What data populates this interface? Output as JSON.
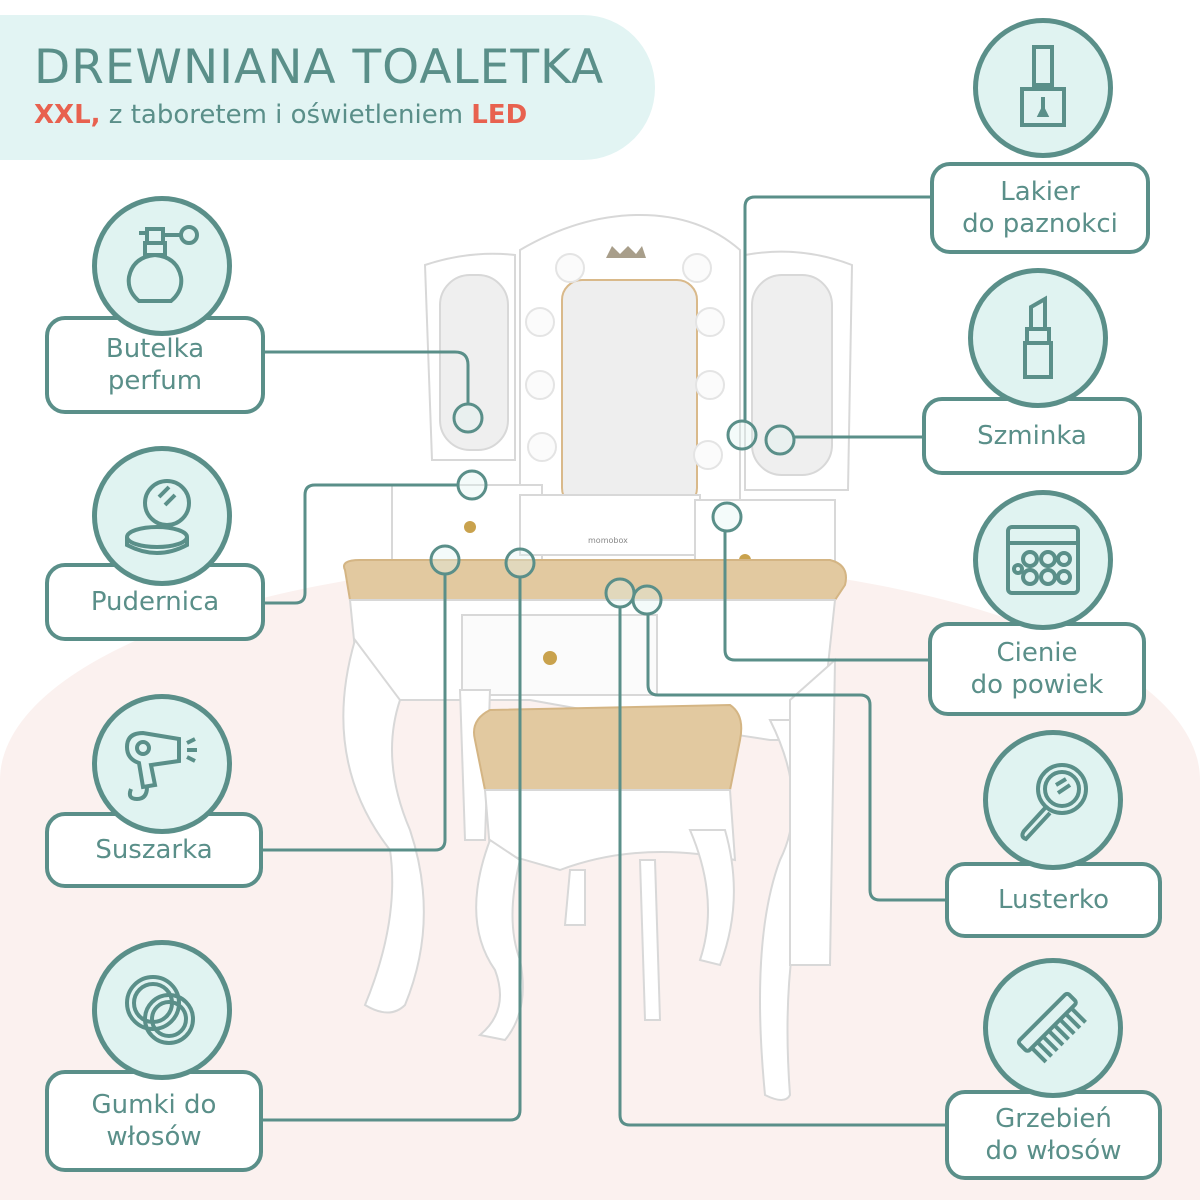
{
  "header": {
    "title": "DREWNIANA TOALETKA",
    "subtitle_highlight_1": "XXL,",
    "subtitle_text": " z taboretem i oświetleniem ",
    "subtitle_highlight_2": "LED"
  },
  "colors": {
    "teal": "#5a8f89",
    "light_teal": "#e0f3f1",
    "accent_red": "#e8614f",
    "pink_bg": "#fbf1ef",
    "wood": "#e2c9a0"
  },
  "brand_on_product": "momobox",
  "features_left": [
    {
      "label": "Butelka\nperfum",
      "icon": "perfume-bottle-icon"
    },
    {
      "label": "Pudernica",
      "icon": "powder-compact-icon"
    },
    {
      "label": "Suszarka",
      "icon": "hair-dryer-icon"
    },
    {
      "label": "Gumki do\nwłosów",
      "icon": "hair-ties-icon"
    }
  ],
  "features_right": [
    {
      "label": "Lakier\ndo paznokci",
      "icon": "nail-polish-icon"
    },
    {
      "label": "Szminka",
      "icon": "lipstick-icon"
    },
    {
      "label": "Cienie\ndo powiek",
      "icon": "eyeshadow-palette-icon"
    },
    {
      "label": "Lusterko",
      "icon": "hand-mirror-icon"
    },
    {
      "label": "Grzebień\ndo włosów",
      "icon": "comb-icon"
    }
  ]
}
